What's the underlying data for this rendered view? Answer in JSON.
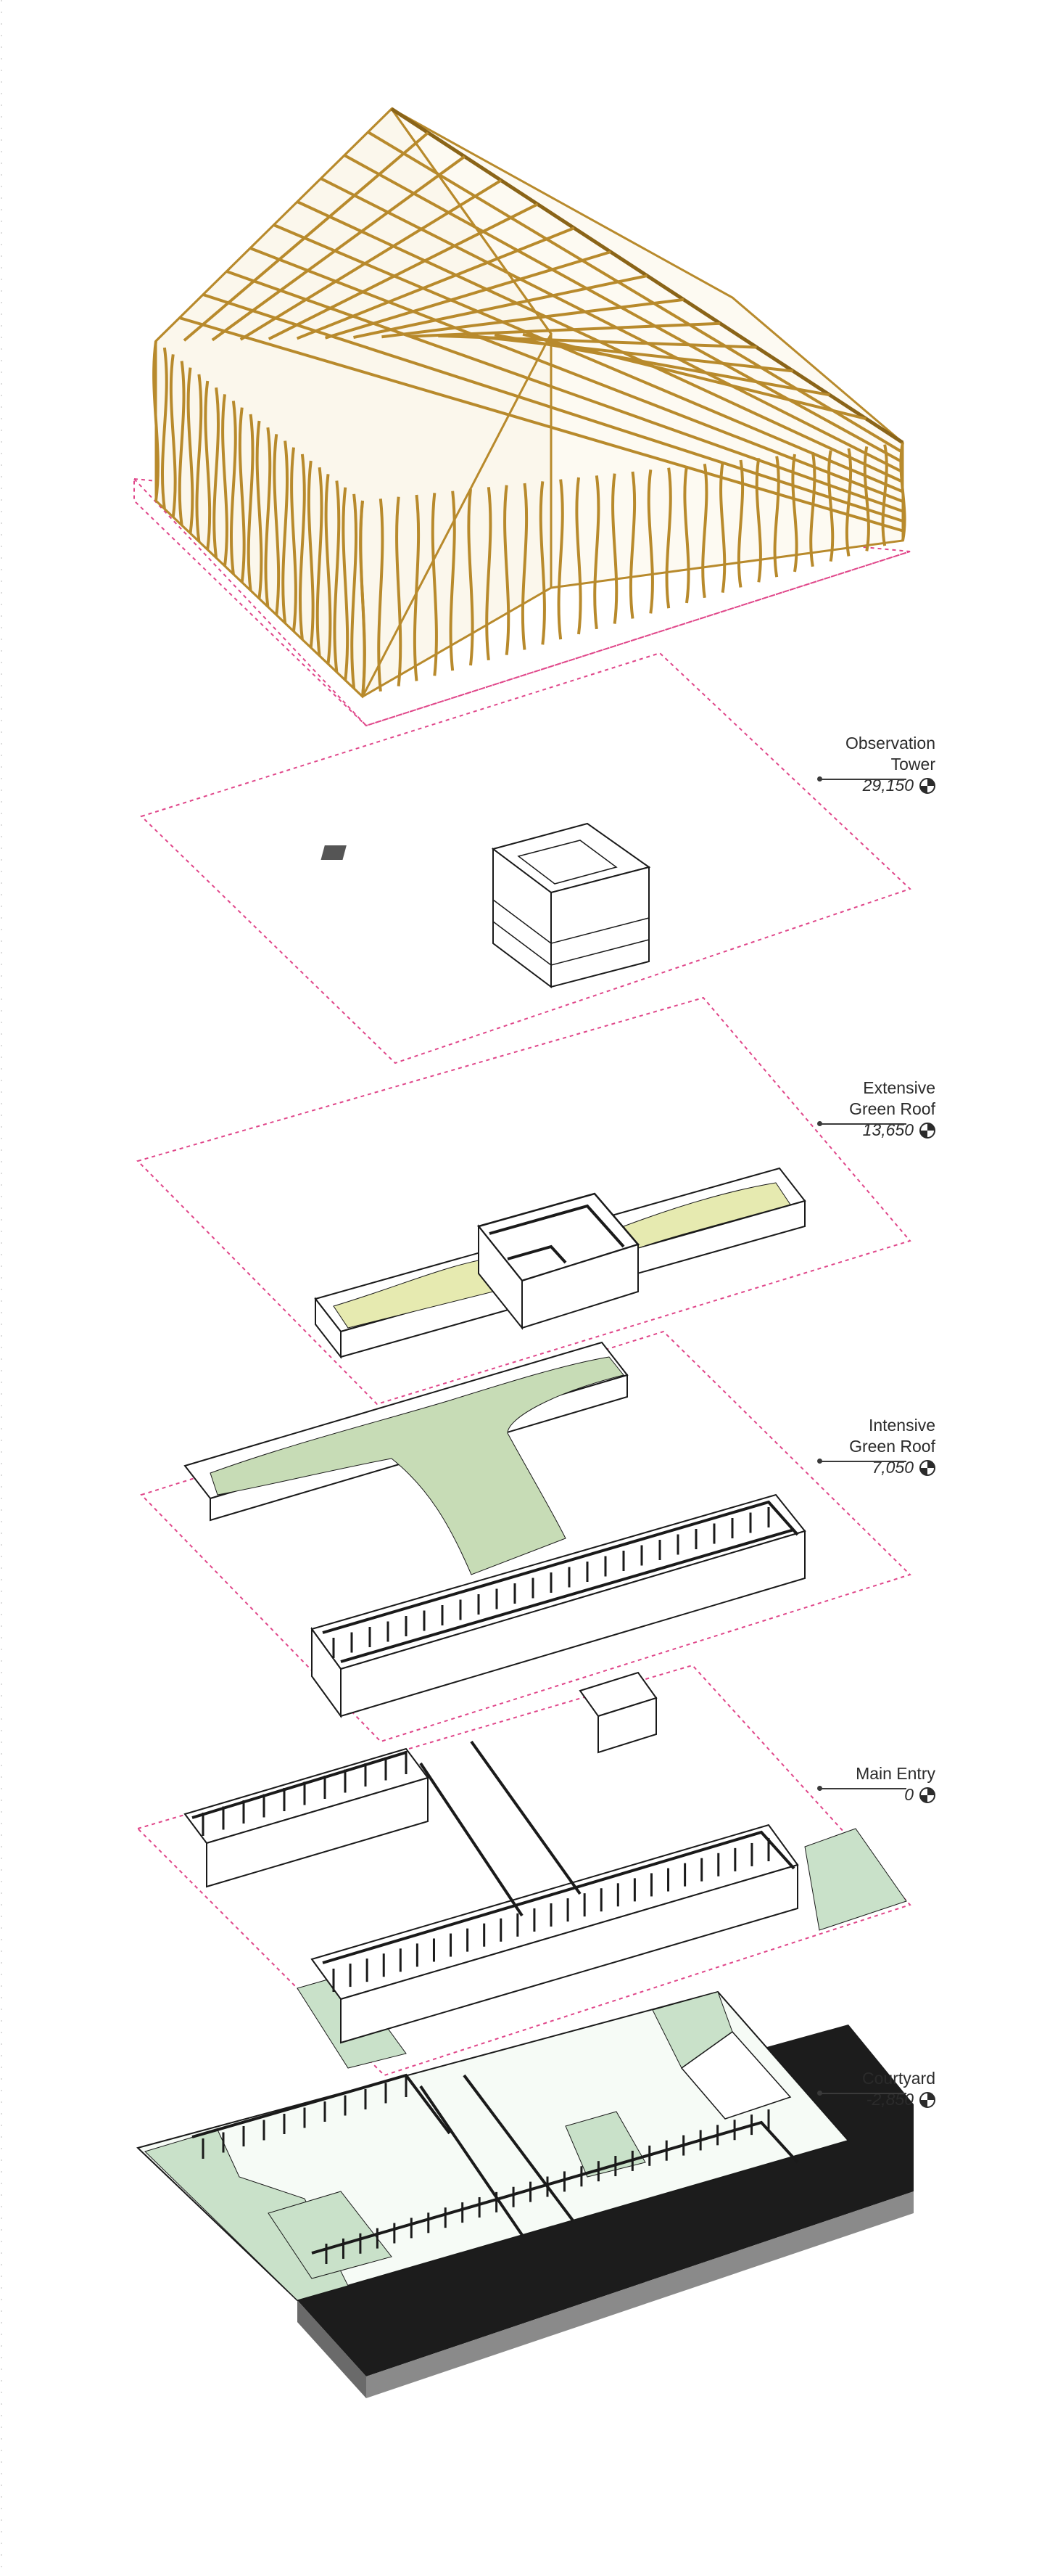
{
  "levels": [
    {
      "name": "Observation\nTower",
      "elevation": "29,150",
      "icon": "datum-icon"
    },
    {
      "name": "Extensive\nGreen Roof",
      "elevation": "13,650",
      "icon": "datum-icon"
    },
    {
      "name": "Intensive\nGreen Roof",
      "elevation": "7,050",
      "icon": "datum-icon"
    },
    {
      "name": "Main Entry",
      "elevation": "0",
      "icon": "datum-icon"
    },
    {
      "name": "Courtyard",
      "elevation": "-2,850",
      "icon": "datum-icon"
    }
  ],
  "colors": {
    "timber": "#b88a2c",
    "timber_dark": "#8a6418",
    "plane_outline": "#e0478a",
    "green_roof_extensive": "#e6eab0",
    "green_roof_intensive": "#c7dcb6",
    "landscape": "#c9e1c9",
    "ground_section": "#1c1c1c",
    "wall": "#1a1a1a"
  }
}
